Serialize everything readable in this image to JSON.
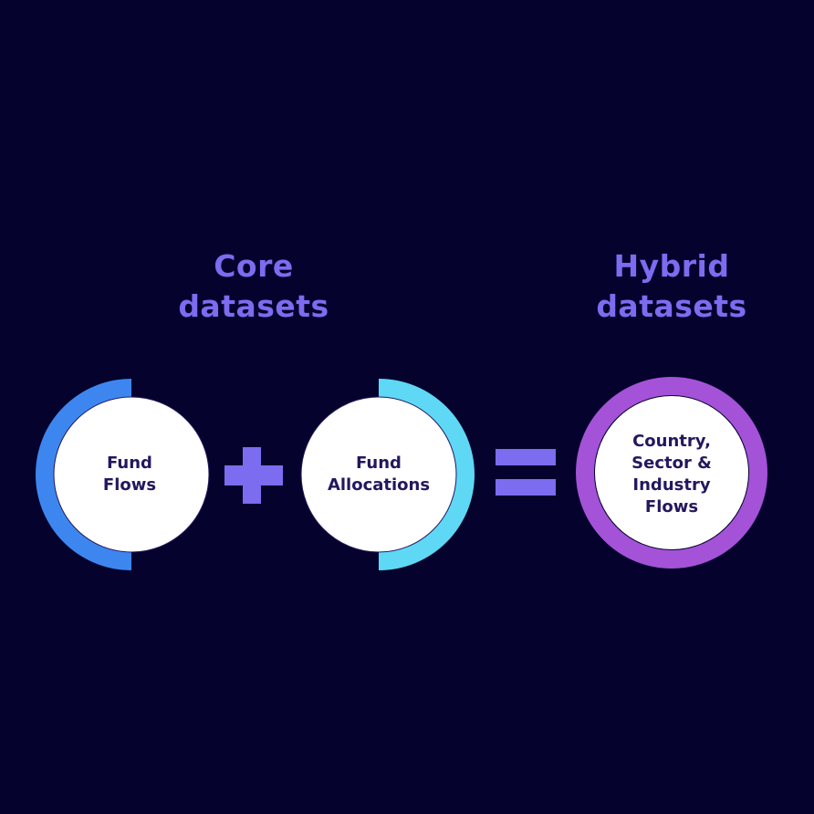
{
  "headings": {
    "core": [
      "Core",
      "datasets"
    ],
    "hybrid": [
      "Hybrid",
      "datasets"
    ]
  },
  "nodes": {
    "fund_flows": [
      "Fund",
      "Flows"
    ],
    "fund_allocations": [
      "Fund",
      "Allocations"
    ],
    "hybrid_flows": [
      "Country,",
      "Sector &",
      "Industry",
      "Flows"
    ]
  },
  "colors": {
    "background": "#05032d",
    "heading": "#7b6cf0",
    "operator": "#7b6cf0",
    "fund_flows_ring": "#3d86f0",
    "fund_allocations_ring": "#5ed8f5",
    "hybrid_ring": "#a452d8",
    "node_fill": "#ffffff",
    "node_text": "#22185e"
  },
  "operators": [
    "plus-icon",
    "equals-icon"
  ]
}
